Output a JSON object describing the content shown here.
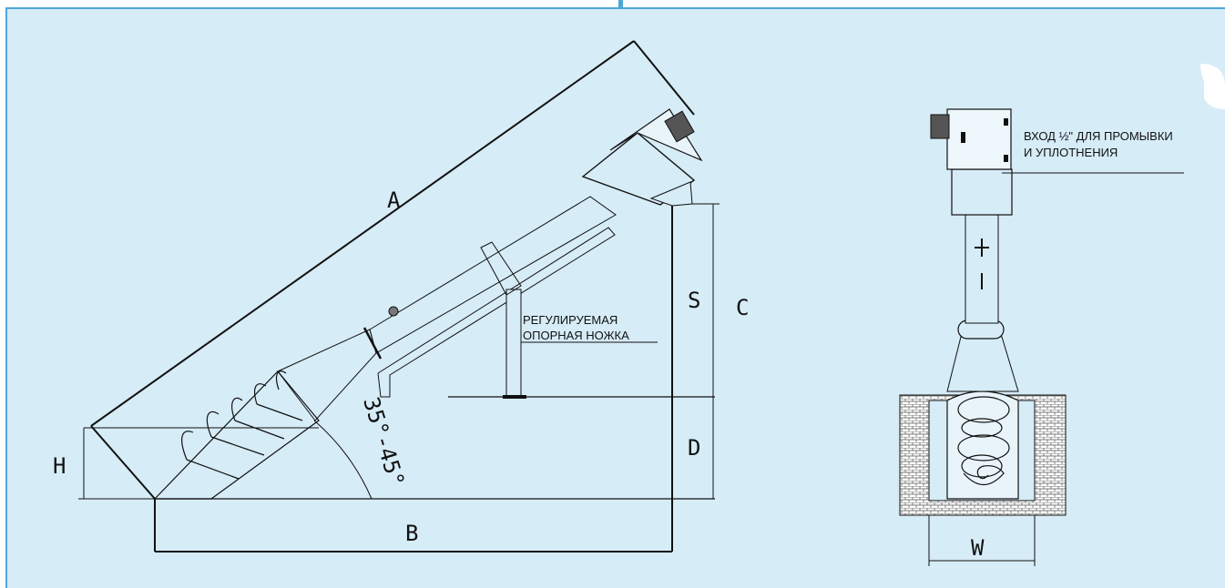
{
  "dimensions": {
    "A": "A",
    "B": "B",
    "C": "C",
    "D": "D",
    "H": "H",
    "S": "S",
    "W": "W"
  },
  "angle_label": "35°-45°",
  "callouts": {
    "adjustable_leg_line1": "РЕГУЛИРУЕМАЯ",
    "adjustable_leg_line2": "ОПОРНАЯ НОЖКА",
    "inlet_line1": "ВХОД ½\" ДЛЯ ПРОМЫВКИ",
    "inlet_line2": "И УПЛОТНЕНИЯ"
  },
  "colors": {
    "background": "#d6ecf7",
    "accent": "#4ea7d9",
    "line": "#111111"
  }
}
